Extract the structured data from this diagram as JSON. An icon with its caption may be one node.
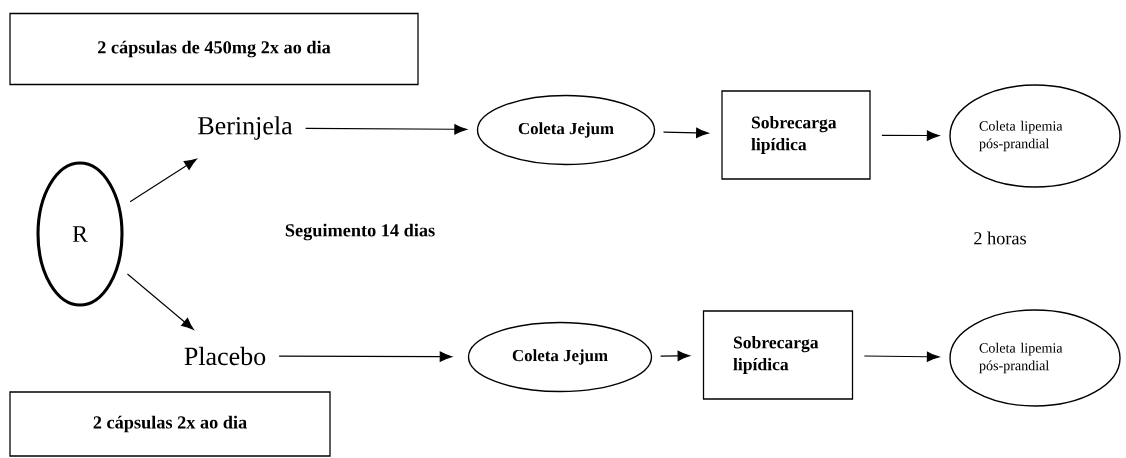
{
  "diagram": {
    "nodes": [
      {
        "text": [
          "2 cápsulas de 450mg 2x ao dia"
        ]
      },
      {
        "text": [
          "Berinjela"
        ]
      },
      {
        "text": [
          "Coleta Jejum"
        ]
      },
      {
        "text": [
          "Sobrecarga lipídica"
        ]
      },
      {
        "text": [
          "Coleta lipemia pós-prandial"
        ]
      },
      {
        "text": [
          "R"
        ]
      },
      {
        "text": [
          "Placebo"
        ]
      },
      {
        "text": [
          "Coleta Jejum"
        ]
      },
      {
        "text": [
          "Sobrecarga lipídica"
        ]
      },
      {
        "text": [
          "Coleta lipemia pós-prandial"
        ]
      },
      {
        "text": [
          "2 cápsulas 2x ao dia"
        ]
      }
    ],
    "edges": [
      {
        "from": 5,
        "to": 1,
        "arrow": "to"
      },
      {
        "from": 5,
        "to": 6,
        "arrow": "to"
      },
      {
        "from": 1,
        "to": 2,
        "arrow": "to"
      },
      {
        "from": 2,
        "to": 3,
        "arrow": "to"
      },
      {
        "from": 3,
        "to": 4,
        "arrow": "to"
      },
      {
        "from": 6,
        "to": 7,
        "arrow": "to"
      },
      {
        "from": 7,
        "to": 8,
        "arrow": "to"
      },
      {
        "from": 8,
        "to": 9,
        "arrow": "to"
      }
    ],
    "labels": [
      "Seguimento 14 dias",
      "2 horas"
    ]
  }
}
